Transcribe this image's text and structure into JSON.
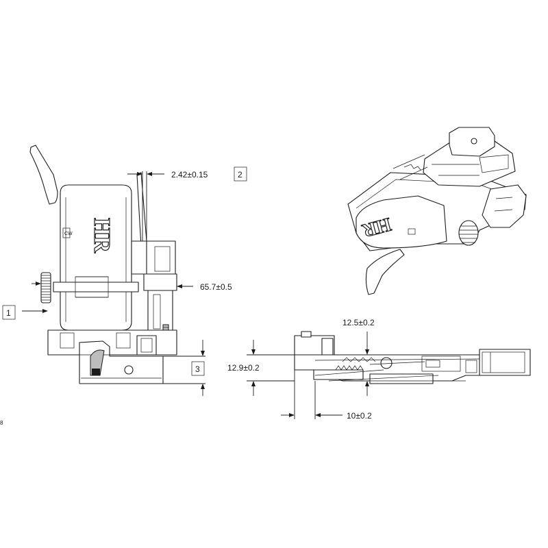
{
  "title": "",
  "dimensions": {
    "gap_dimension": "2.42±0.15",
    "height_dimension": "65.7±0.5",
    "side_height": "12.9±0.2",
    "side_width": "10±0.2",
    "inner_height": "12.5±0.2"
  },
  "callouts": {
    "c1": "1",
    "c2": "2",
    "c3": "3"
  },
  "logo": {
    "text": "HR",
    "mark": "CW"
  },
  "page_marker": "8"
}
